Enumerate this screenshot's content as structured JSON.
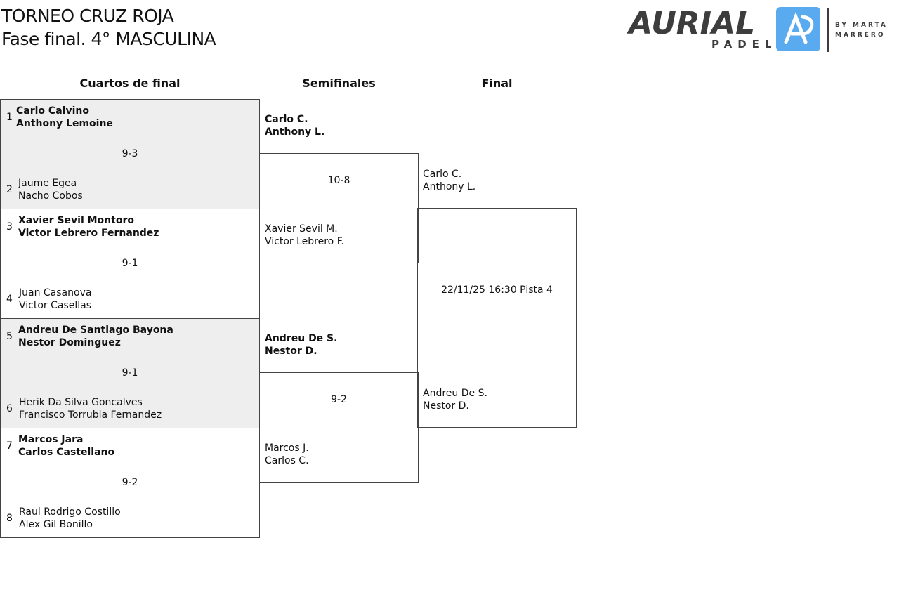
{
  "header": {
    "title": "TORNEO CRUZ ROJA",
    "subtitle": "Fase final. 4° MASCULINA"
  },
  "logo": {
    "brand": "AURIAL",
    "sub": "PADEL",
    "by_1": "BY MARTA",
    "by_2": "MARRERO",
    "accent": "#5aaaf0"
  },
  "rounds": {
    "quarters": "Cuartos de final",
    "semis": "Semifinales",
    "final": "Final"
  },
  "quarterfinals": [
    {
      "seed_a": "1",
      "a1": "Carlo Calvino",
      "a2": "Anthony Lemoine",
      "score": "9-3",
      "seed_b": "2",
      "b1": "Jaume Egea",
      "b2": "Nacho Cobos"
    },
    {
      "seed_a": "3",
      "a1": "Xavier Sevil Montoro",
      "a2": "Victor Lebrero Fernandez",
      "score": "9-1",
      "seed_b": "4",
      "b1": "Juan Casanova",
      "b2": "Victor Casellas"
    },
    {
      "seed_a": "5",
      "a1": "Andreu De Santiago Bayona",
      "a2": "Nestor Dominguez",
      "score": "9-1",
      "seed_b": "6",
      "b1": "Herik Da Silva Goncalves",
      "b2": "Francisco Torrubia Fernandez"
    },
    {
      "seed_a": "7",
      "a1": "Marcos Jara",
      "a2": "Carlos Castellano",
      "score": "9-2",
      "seed_b": "8",
      "b1": "Raul Rodrigo Costillo",
      "b2": "Alex Gil Bonillo"
    }
  ],
  "semifinals": [
    {
      "a1": "Carlo C.",
      "a2": "Anthony L.",
      "score": "10-8",
      "b1": "Xavier Sevil M.",
      "b2": "Victor Lebrero F."
    },
    {
      "a1": "Andreu De S.",
      "a2": "Nestor D.",
      "score": "9-2",
      "b1": "Marcos J.",
      "b2": "Carlos C."
    }
  ],
  "final": {
    "a1": "Carlo C.",
    "a2": "Anthony L.",
    "info": "22/11/25 16:30 Pista 4",
    "b1": "Andreu De S.",
    "b2": "Nestor D."
  }
}
